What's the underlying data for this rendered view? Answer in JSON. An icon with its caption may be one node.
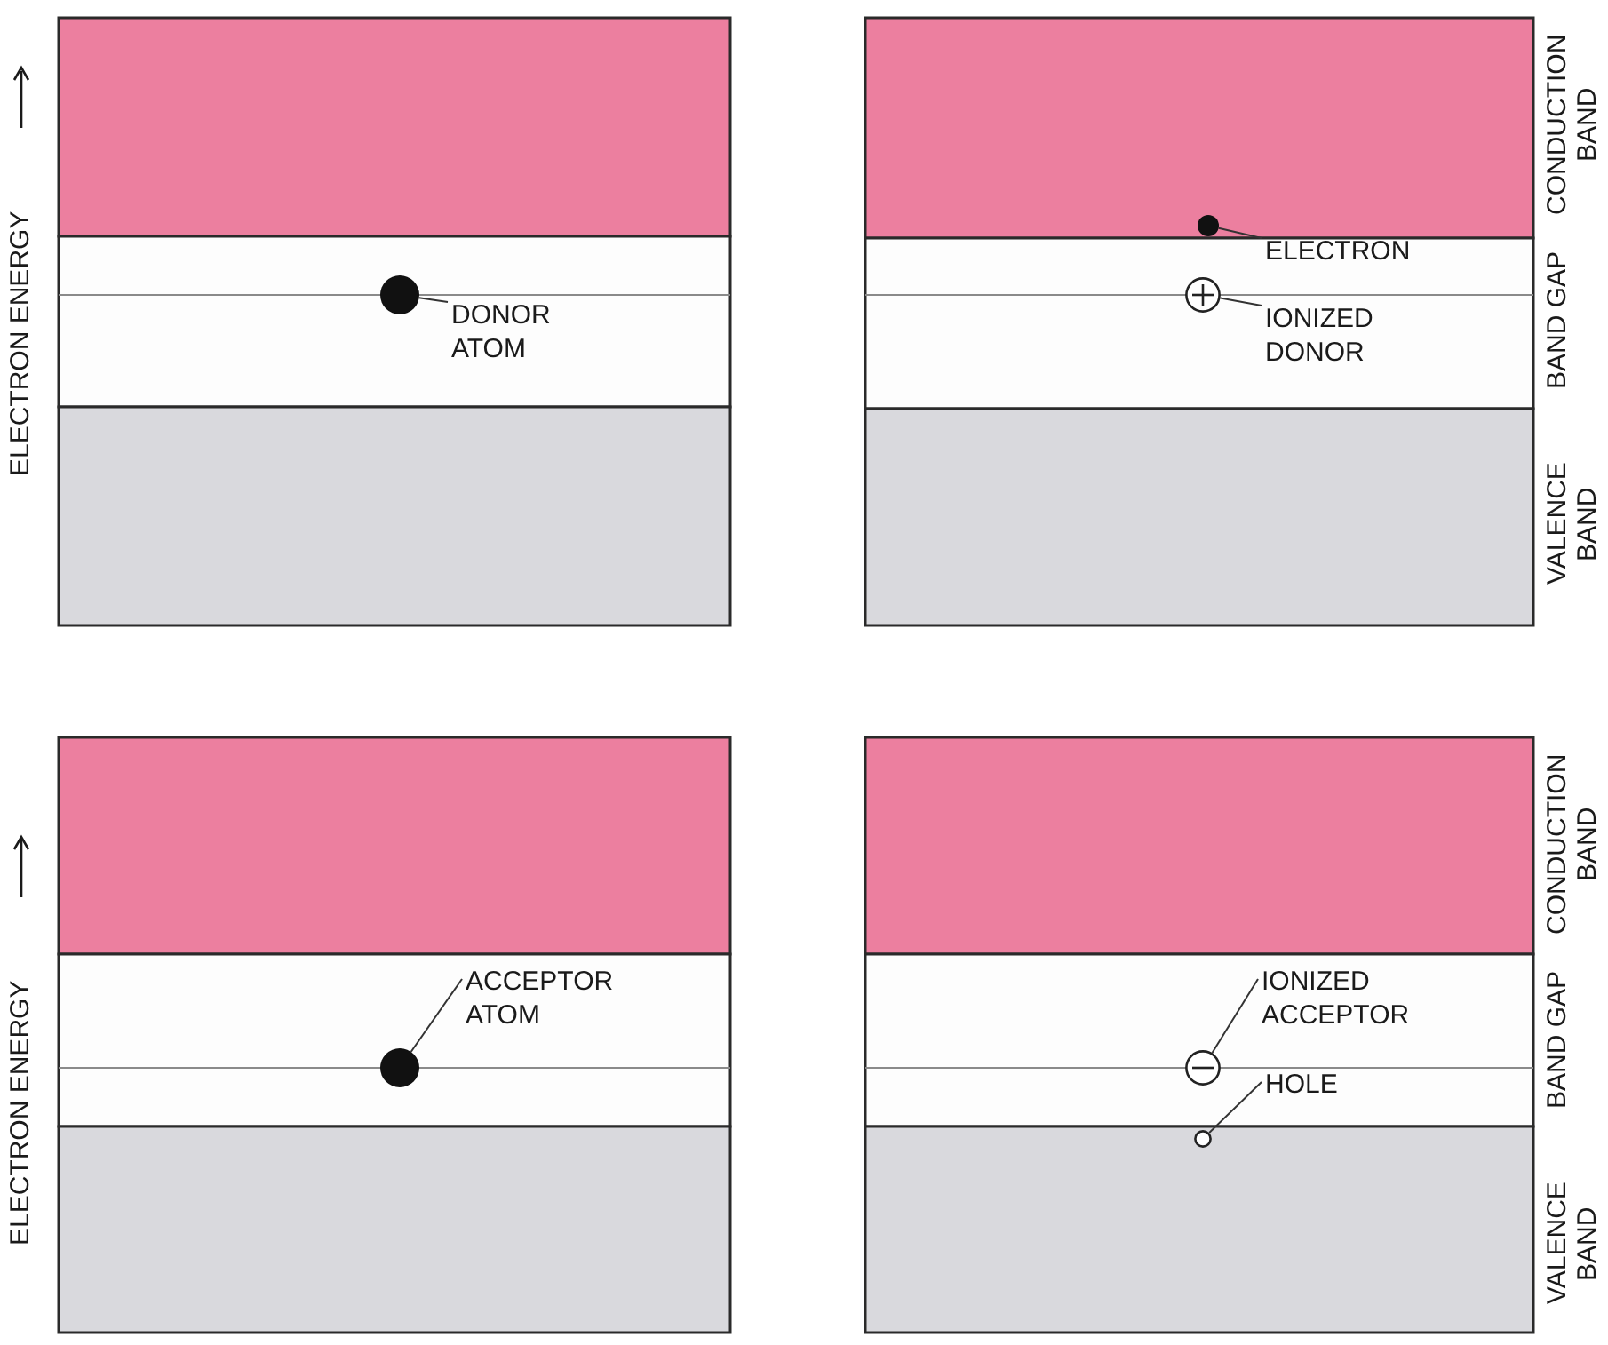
{
  "diagram": {
    "nodes": [
      {
        "text": [
          "DONOR ATOM"
        ]
      },
      {
        "text": [],
        "shape": "circle"
      },
      {
        "text": [
          "ELECTRON"
        ]
      },
      {
        "text": [],
        "shape": "circle"
      },
      {
        "text": [
          "IONIZED DONOR"
        ]
      },
      {
        "text": [],
        "shape": "circle"
      },
      {
        "text": [
          "ACCEPTOR ATOM"
        ]
      },
      {
        "text": [],
        "shape": "circle"
      },
      {
        "text": [
          "IONIZED ACCEPTOR"
        ]
      },
      {
        "text": [],
        "shape": "circle"
      },
      {
        "text": [
          "HOLE"
        ]
      },
      {
        "text": [],
        "shape": "circle"
      }
    ],
    "edges": [
      {
        "from": 0,
        "to": 1,
        "arrow": "none"
      },
      {
        "from": 2,
        "to": 3,
        "arrow": "none"
      },
      {
        "from": 4,
        "to": 5,
        "arrow": "none"
      },
      {
        "from": 6,
        "to": 7,
        "arrow": "none"
      },
      {
        "from": 8,
        "to": 9,
        "arrow": "none"
      },
      {
        "from": 10,
        "to": 11,
        "arrow": "none"
      }
    ],
    "labels": [
      "ELECTRON ENERGY",
      "CONDUCTION BAND",
      "BAND GAP",
      "VALENCE BAND",
      "ELECTRON ENERGY",
      "CONDUCTION BAND",
      "BAND GAP",
      "VALENCE BAND"
    ]
  }
}
